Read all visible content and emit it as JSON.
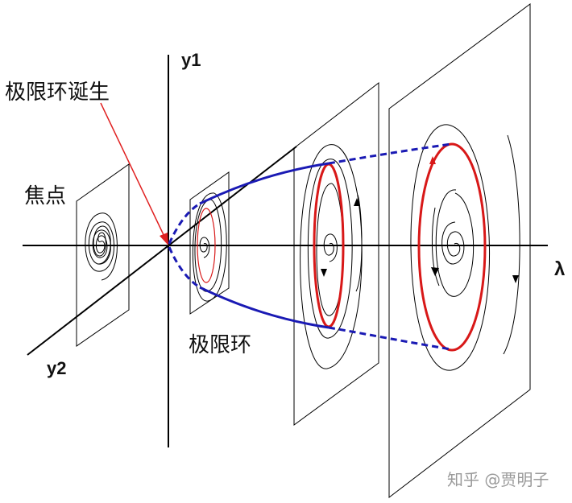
{
  "labels": {
    "y1": "y1",
    "y2": "y2",
    "lambda": "λ",
    "birth": "极限环诞生",
    "focus": "焦点",
    "limit_cycle": "极限环"
  },
  "watermark": "知乎 @贾明子",
  "colors": {
    "axis": "#000000",
    "envelope": "#1a1ab4",
    "cycle": "#d81818",
    "arrow": "#e02020"
  }
}
